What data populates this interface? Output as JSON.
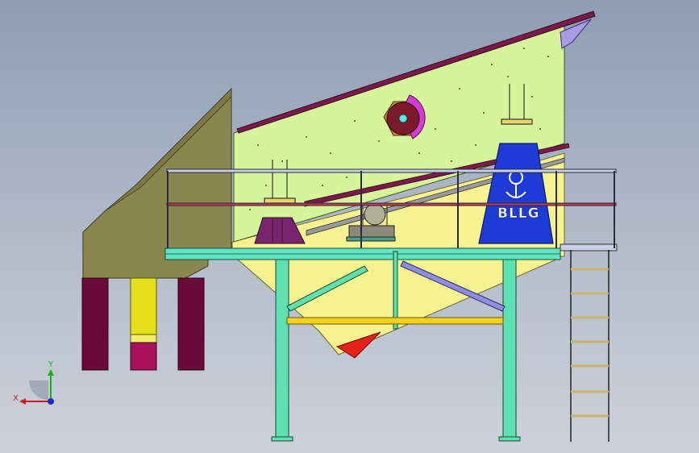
{
  "logo": {
    "text": "BLLG"
  },
  "axes": {
    "x_label": "X",
    "y_label": "Y"
  },
  "colors": {
    "background_top": "#8e9db4",
    "background_bottom": "#cdd1da",
    "feed_chute": "#8a8650",
    "screen_panel": "#d6f59a",
    "hopper": "#f6f290",
    "walkway": "#5ee6c2",
    "railing": "#c8d1e6",
    "rail_stripe": "#c43a4a",
    "support_column": "#5fe0b0",
    "motor_housing": "#1f3bd6",
    "vibrator_block": "#7a2470",
    "exciter_disc": "#7a1a2a",
    "exciter_guard": "#d63bd6",
    "bin_dark": "#6b0a3a",
    "bin_yellow": "#e6e01a",
    "bin_magenta": "#a8105a",
    "discharge_red": "#e8201a",
    "cross_brace": "#8f8de0",
    "yellow_beam": "#f5d21a"
  }
}
